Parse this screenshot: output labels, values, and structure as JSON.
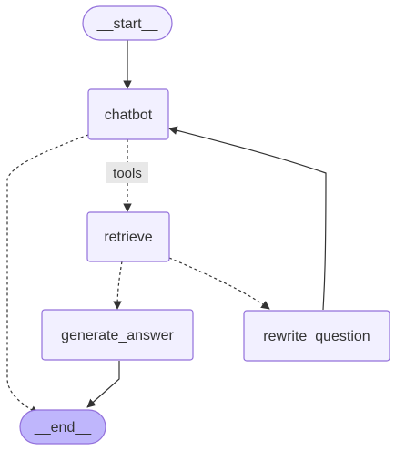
{
  "colors": {
    "node_fill": "#f2f0ff",
    "node_stroke": "#9370db",
    "end_fill": "#bfb6fc",
    "edge": "#333333",
    "edge_label_bg": "#e8e8e8"
  },
  "nodes": {
    "start": "__start__",
    "chatbot": "chatbot",
    "retrieve": "retrieve",
    "generate_answer": "generate_answer",
    "rewrite_question": "rewrite_question",
    "end": "__end__"
  },
  "edges": {
    "chatbot_to_retrieve_label": "tools"
  }
}
